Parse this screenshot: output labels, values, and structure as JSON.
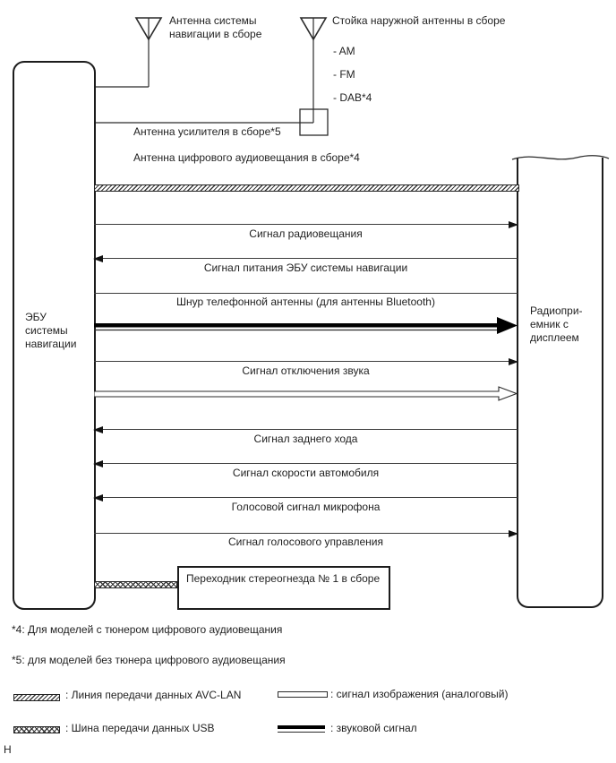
{
  "colors": {
    "background": "#ffffff",
    "ink": "#1f1f1f",
    "line": "#3c3c3c",
    "solid": "#000000"
  },
  "top": {
    "nav_antenna_label": "Антенна системы\nнавигации в сборе",
    "external_antenna_label": "Стойка наружной антенны в сборе",
    "external_antenna_items": [
      "- AM",
      "- FM",
      "- DAB*4"
    ],
    "amplifier_antenna_label": "Антенна усилителя в сборе*5",
    "dab_antenna_label": "Антенна цифрового аудиовещания в сборе*4"
  },
  "boxes": {
    "ecu": "ЭБУ\nсистемы\nнавигации",
    "radio": "Радиопри-\nемник с\nдисплеем",
    "adapter": "Переходник стереогнезда № 1 в сборе"
  },
  "signals": [
    {
      "label": "Сигнал радиовещания",
      "direction": "right",
      "style": "thin"
    },
    {
      "label": "Сигнал питания ЭБУ системы навигации",
      "direction": "left",
      "style": "thin"
    },
    {
      "label": "Шнур телефонной антенны (для антенны Bluetooth)",
      "direction": "none",
      "style": "thin"
    },
    {
      "label": "",
      "direction": "right",
      "style": "audio-thick"
    },
    {
      "label": "Сигнал отключения звука",
      "direction": "right",
      "style": "thin"
    },
    {
      "label": "",
      "direction": "right",
      "style": "video-outline"
    },
    {
      "label": "Сигнал заднего хода",
      "direction": "left",
      "style": "thin"
    },
    {
      "label": "Сигнал скорости автомобиля",
      "direction": "left",
      "style": "thin"
    },
    {
      "label": "Голосовой сигнал микрофона",
      "direction": "left",
      "style": "thin"
    },
    {
      "label": "Сигнал голосового управления",
      "direction": "right",
      "style": "thin"
    }
  ],
  "footnotes": [
    "*4: Для моделей с тюнером цифрового аудиовещания",
    "*5: для моделей без тюнера цифрового аудиовещания"
  ],
  "legend": [
    {
      "swatch": "avc-lan-hatch",
      "label": ": Линия передачи данных AVC-LAN"
    },
    {
      "swatch": "video-outline",
      "label": ": сигнал изображения (аналоговый)"
    },
    {
      "swatch": "usb-checker",
      "label": ": Шина передачи данных USB"
    },
    {
      "swatch": "audio-thick",
      "label": ": звуковой сигнал"
    }
  ],
  "page_marker": "Н"
}
